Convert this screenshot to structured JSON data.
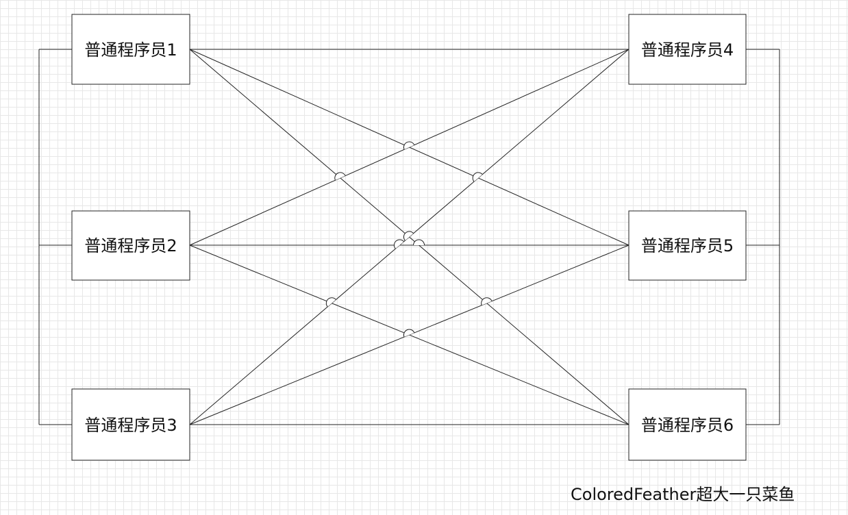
{
  "diagram": {
    "nodes": [
      {
        "id": "n1",
        "label": "普通程序员1"
      },
      {
        "id": "n2",
        "label": "普通程序员2"
      },
      {
        "id": "n3",
        "label": "普通程序员3"
      },
      {
        "id": "n4",
        "label": "普通程序员4"
      },
      {
        "id": "n5",
        "label": "普通程序员5"
      },
      {
        "id": "n6",
        "label": "普通程序员6"
      }
    ],
    "edges": [
      [
        "n1",
        "n4"
      ],
      [
        "n1",
        "n5"
      ],
      [
        "n1",
        "n6"
      ],
      [
        "n2",
        "n4"
      ],
      [
        "n2",
        "n5"
      ],
      [
        "n2",
        "n6"
      ],
      [
        "n3",
        "n4"
      ],
      [
        "n3",
        "n5"
      ],
      [
        "n3",
        "n6"
      ]
    ],
    "side_connectors": [
      [
        "n1",
        "n2",
        "n3"
      ],
      [
        "n4",
        "n5",
        "n6"
      ]
    ]
  },
  "watermark": "ColoredFeather超大一只菜鱼"
}
